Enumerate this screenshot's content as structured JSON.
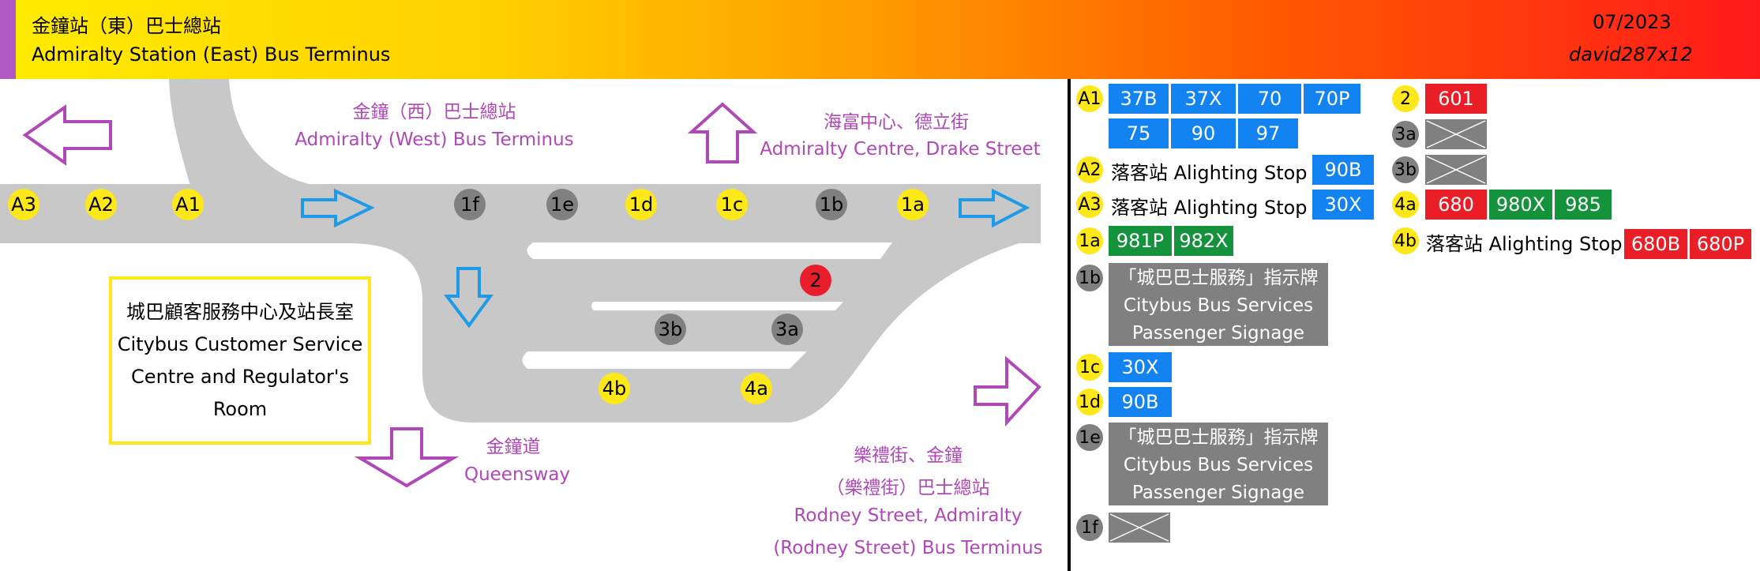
{
  "header": {
    "title_zh": "金鐘站（東）巴士總站",
    "title_en": "Admiralty Station (East) Bus Terminus",
    "date": "07/2023",
    "author": "david287x12"
  },
  "map": {
    "labels": {
      "west_zh": "金鐘（西）巴士總站",
      "west_en": "Admiralty (West) Bus Terminus",
      "centre_zh": "海富中心、德立街",
      "centre_en": "Admiralty Centre, Drake Street",
      "queensway_zh": "金鐘道",
      "queensway_en": "Queensway",
      "rodney_zh1": "樂禮街、金鐘",
      "rodney_zh2": "（樂禮街）巴士總站",
      "rodney_en1": "Rodney Street, Admiralty",
      "rodney_en2": "(Rodney Street) Bus Terminus"
    },
    "office": {
      "line1": "城巴顧客服務中心及站長室",
      "line2": "Citybus Customer Service",
      "line3": "Centre and Regulator's",
      "line4": "Room"
    },
    "stops": {
      "A3": "A3",
      "A2": "A2",
      "A1": "A1",
      "1f": "1f",
      "1e": "1e",
      "1d": "1d",
      "1c": "1c",
      "1b": "1b",
      "1a": "1a",
      "2": "2",
      "3b": "3b",
      "3a": "3a",
      "4b": "4b",
      "4a": "4a"
    }
  },
  "panel": {
    "alighting_label": "落客站 Alighting Stop",
    "signage_zh": "「城巴巴士服務」指示牌",
    "signage_en1": "Citybus Bus Services",
    "signage_en2": "Passenger Signage",
    "routes": {
      "A1": [
        "37B",
        "37X",
        "70",
        "70P",
        "75",
        "90",
        "97"
      ],
      "A2": [
        "90B"
      ],
      "A3": [
        "30X"
      ],
      "1a": [
        "981P",
        "982X"
      ],
      "1c": [
        "30X"
      ],
      "1d": [
        "90B"
      ],
      "2": [
        "601"
      ],
      "4a": [
        "680",
        "980X",
        "985"
      ],
      "4b": [
        "680B",
        "680P"
      ]
    }
  },
  "colors": {
    "stop_yellow": "#ffe81a",
    "stop_gray": "#808080",
    "stop_red": "#e81e2c",
    "route_blue": "#1383f2",
    "route_green": "#14923c",
    "route_red": "#e91e26",
    "label_purple": "#b048b8",
    "arrow_blue": "#1e9be8",
    "road_gray": "#c8c8c8"
  }
}
